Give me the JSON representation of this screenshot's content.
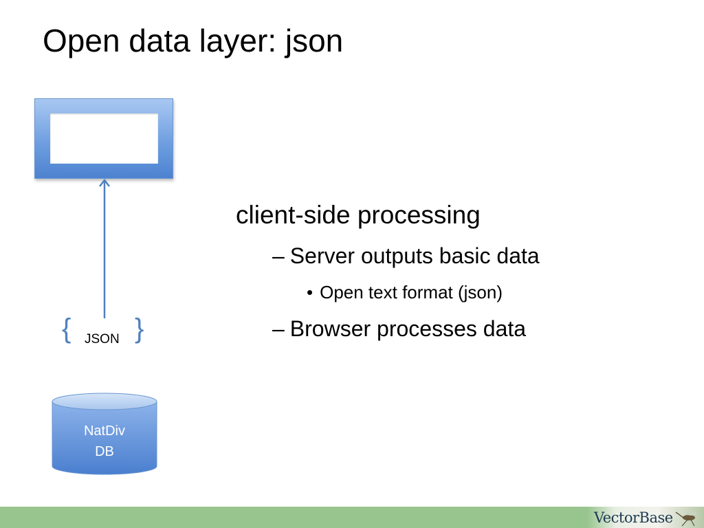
{
  "slide": {
    "title": "Open data layer: json"
  },
  "diagram": {
    "json_label": "JSON",
    "db_label_line1": "NatDiv",
    "db_label_line2": "DB"
  },
  "bullets": {
    "level1": "client-side processing",
    "level2_a": "Server outputs basic data",
    "level3_a": "Open text format (json)",
    "level2_b": "Browser processes data"
  },
  "footer": {
    "logo_text": "VectorBase"
  },
  "colors": {
    "accent_blue": "#4f81bd",
    "footer_green": "#98c48e"
  }
}
